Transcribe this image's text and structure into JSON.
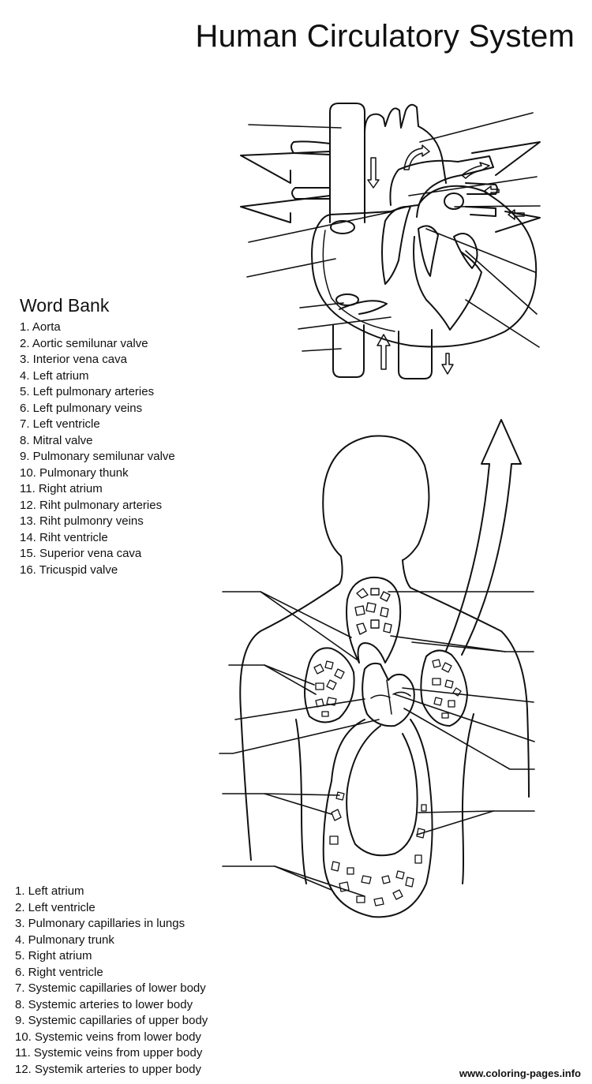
{
  "title": "Human Circulatory System",
  "word_bank": {
    "heading": "Word Bank",
    "items": [
      "1.  Aorta",
      "2.  Aortic semilunar valve",
      "3.  Interior vena cava",
      "4.  Left atrium",
      "5.  Left pulmonary arteries",
      "6.  Left pulmonary veins",
      "7.  Left ventricle",
      "8.  Mitral valve",
      "9.  Pulmonary semilunar valve",
      "10.  Pulmonary thunk",
      "11.  Right atrium",
      "12.  Riht pulmonary arteries",
      "13.  Riht pulmonry veins",
      "14.  Riht ventricle",
      "15.  Superior vena cava",
      "16.  Tricuspid valve"
    ]
  },
  "body_word_bank": {
    "items": [
      "1.  Left atrium",
      "2.  Left ventricle",
      "3.  Pulmonary capillaries in lungs",
      "4.  Pulmonary trunk",
      "5.  Right atrium",
      "6.  Right ventricle",
      "7.  Systemic  capillaries of lower body",
      "8.  Systemic arteries to lower body",
      "9.  Systemic capillaries of upper body",
      "10.  Systemic veins from lower body",
      "11.  Systemic veins from upper body",
      "12.  Systemik arteries to upper body"
    ]
  },
  "watermark": "www.coloring-pages.info",
  "colors": {
    "ink": "#111111",
    "paper": "#ffffff"
  }
}
